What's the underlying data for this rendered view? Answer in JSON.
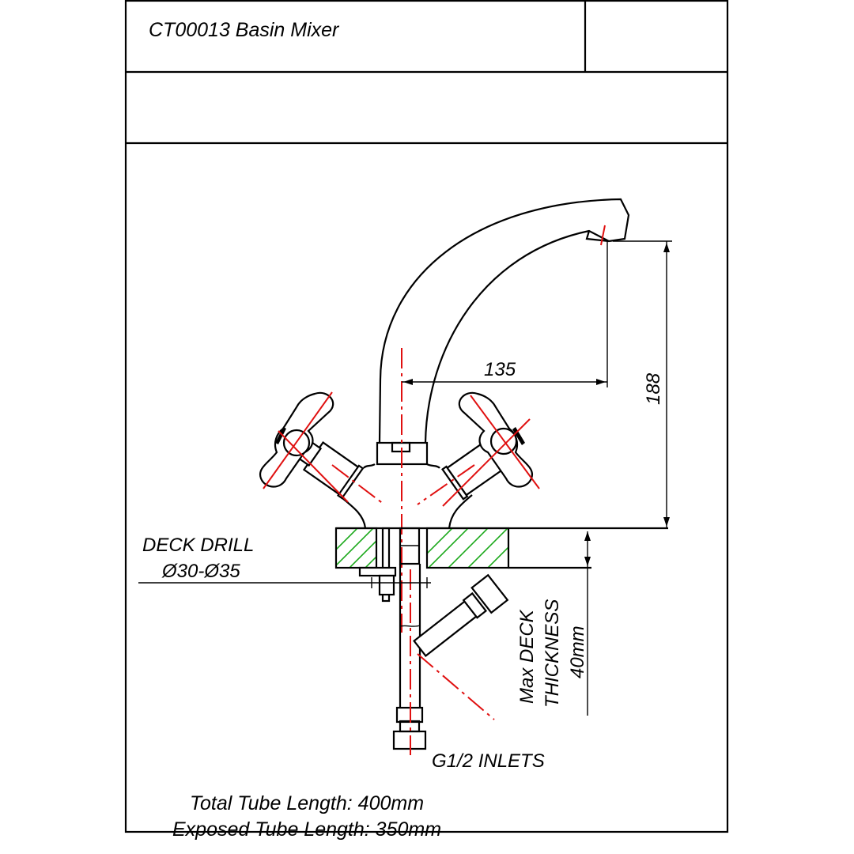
{
  "title_block": {
    "title": "CT00013 Basin Mixer"
  },
  "dimensions": {
    "spout_reach": "135",
    "spout_height": "188"
  },
  "labels": {
    "deck_drill_line1": "DECK DRILL",
    "deck_drill_line2": "Ø30-Ø35",
    "deck_thickness_line1": "Max DECK",
    "deck_thickness_line2": "THICKNESS",
    "deck_thickness_line3": "40mm",
    "inlets": "G1/2 INLETS"
  },
  "notes": {
    "total_tube": "Total Tube Length: 400mm",
    "exposed_tube": "Exposed Tube Length: 350mm"
  },
  "colors": {
    "line": "#000000",
    "centerline": "#e01010",
    "hatch": "#1aa81a"
  }
}
